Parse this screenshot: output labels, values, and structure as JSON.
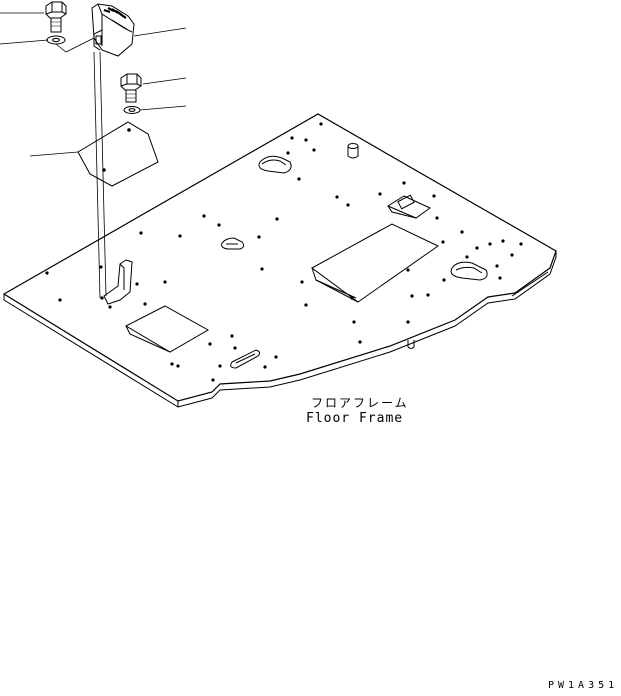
{
  "labels": {
    "floor_frame_jp": "フロアフレーム",
    "floor_frame_en": "Floor Frame",
    "drawing_code": "PW1A351"
  },
  "colors": {
    "line": "#000000",
    "background": "#ffffff"
  }
}
